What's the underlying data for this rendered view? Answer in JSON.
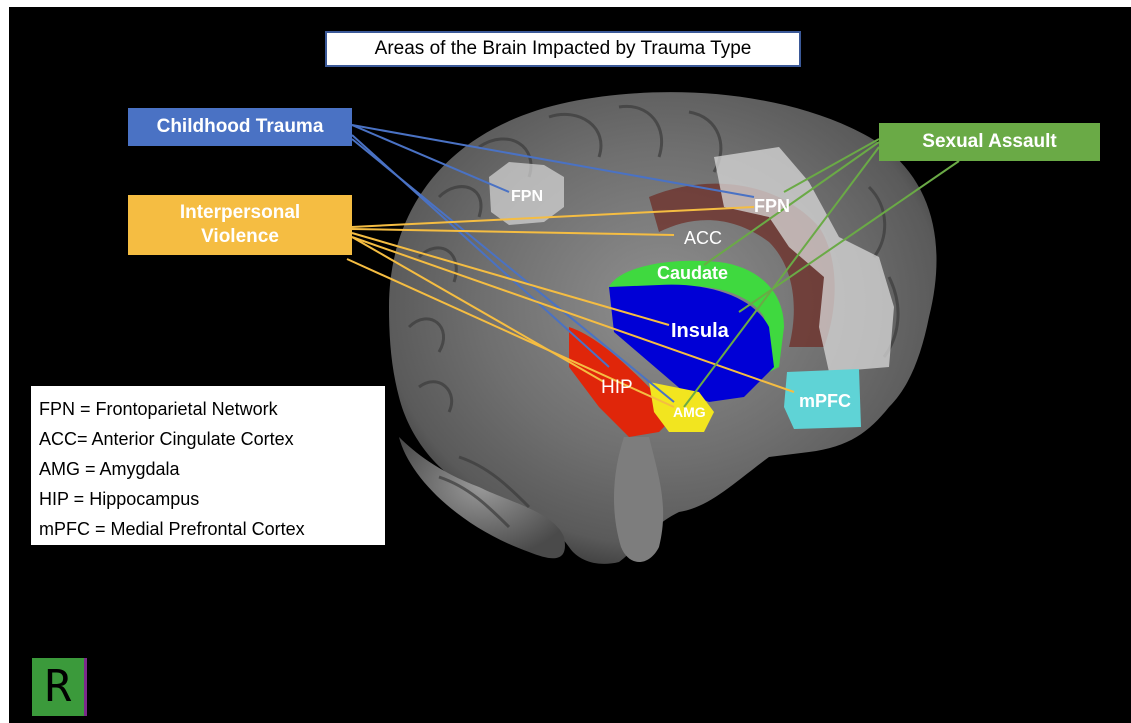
{
  "title": "Areas of the Brain Impacted by Trauma Type",
  "trauma_types": {
    "childhood": {
      "label": "Childhood Trauma",
      "color": "#4a72c4"
    },
    "interpersonal": {
      "line1": "Interpersonal",
      "line2": "Violence",
      "color": "#f5bd42"
    },
    "sexual": {
      "label": "Sexual Assault",
      "color": "#6aaa46"
    }
  },
  "regions": {
    "fpn_posterior": "FPN",
    "fpn_anterior": "FPN",
    "acc": "ACC",
    "caudate": "Caudate",
    "insula": "Insula",
    "hip": "HIP",
    "amg": "AMG",
    "mpfc": "mPFC"
  },
  "region_colors": {
    "caudate": "#3fd93f",
    "insula": "#0000d6",
    "hip": "#e0260a",
    "amg": "#f2e51f",
    "mpfc": "#5fd3d6",
    "fpn": "#d9d9d9",
    "acc": "#6e2a22"
  },
  "legend": [
    "FPN = Frontoparietal Network",
    "ACC= Anterior Cingulate Cortex",
    "AMG = Amygdala",
    "HIP = Hippocampus",
    "mPFC = Medial Prefrontal Cortex"
  ],
  "logo_letter": "R"
}
